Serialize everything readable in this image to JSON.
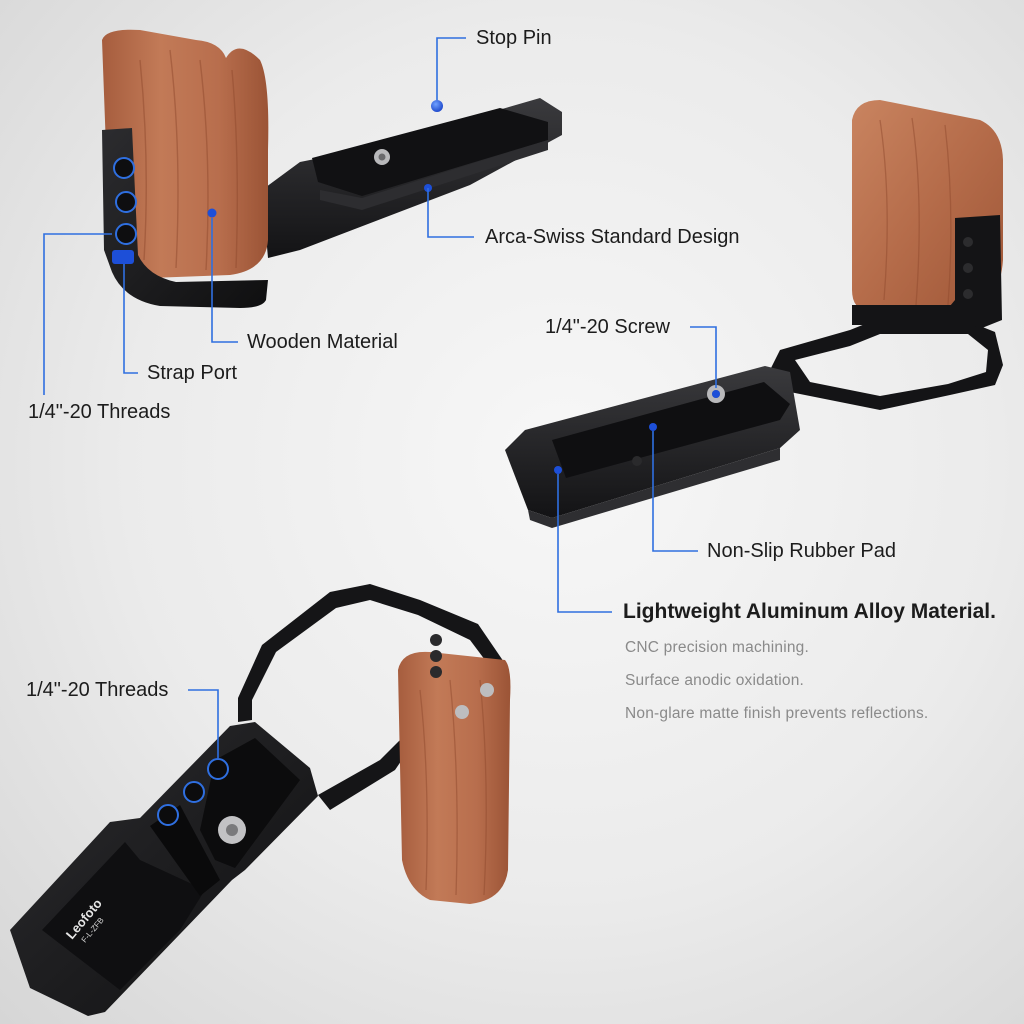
{
  "callouts": {
    "stop_pin": "Stop Pin",
    "arca_swiss": "Arca-Swiss Standard Design",
    "wooden_material": "Wooden Material",
    "strap_port": "Strap Port",
    "threads_top": "1/4\"-20 Threads",
    "screw": "1/4\"-20 Screw",
    "rubber_pad": "Non-Slip Rubber Pad",
    "threads_bottom": "1/4\"-20 Threads"
  },
  "material": {
    "title": "Lightweight Aluminum Alloy Material.",
    "features": [
      "CNC precision machining.",
      "Surface anodic oxidation.",
      "Non-glare matte finish prevents reflections."
    ]
  },
  "product_engraving": {
    "brand": "Leofoto",
    "model": "F-L-ZFB"
  },
  "colors": {
    "callout_line": "#2f6fe0",
    "marker_dot": "#1d4fd8",
    "wood": "#b9704f",
    "metal": "#1b1b1d"
  }
}
